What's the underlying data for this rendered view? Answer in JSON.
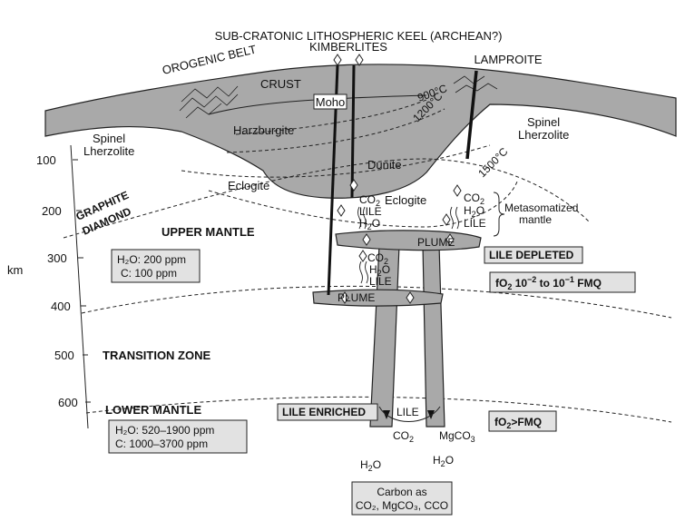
{
  "title": "SUB-CRATONIC LITHOSPHERIC KEEL (ARCHEAN?)",
  "labels": {
    "kimberlites": "KIMBERLITES",
    "lamproite": "LAMPROITE",
    "orogenic_belt": "OROGENIC BELT",
    "crust": "CRUST",
    "moho": "Moho",
    "harzburgite": "Harzburgite",
    "dunite": "Dunite",
    "spinel": "Spinel",
    "lherzolite": "Lherzolite",
    "eclogite": "Eclogite",
    "graphite": "GRAPHITE",
    "diamond": "DIAMOND",
    "upper_mantle": "UPPER MANTLE",
    "transition_zone": "TRANSITION ZONE",
    "lower_mantle": "LOWER MANTLE",
    "metasomatized_1": "Metasomatized",
    "metasomatized_2": "mantle",
    "plume": "PLUME",
    "lile_depleted": "LILE DEPLETED",
    "lile_enriched": "LILE ENRICHED",
    "lile": "LILE",
    "co2": "CO",
    "h2o": "H",
    "o": "O",
    "sub2": "2",
    "mgco3": "MgCO",
    "sub3": "3",
    "km_axis": "km"
  },
  "temperatures": {
    "t900": "900°C",
    "t1200": "1200°C",
    "t1500": "1500°C"
  },
  "depth_ticks": [
    "100",
    "200",
    "300",
    "400",
    "500",
    "600"
  ],
  "upper_box": {
    "line1": "H₂O: 200 ppm",
    "line2": "C: 100 ppm"
  },
  "lower_box": {
    "line1": "H₂O: 520–1900 ppm",
    "line2": "C: 1000–3700 ppm"
  },
  "fo2_depleted": {
    "prefix": "fO",
    "sub": "2",
    "mid": " 10",
    "exp1": "−2",
    "to": " to 10",
    "exp2": "−1",
    "suffix": " FMQ"
  },
  "fo2_enriched": {
    "prefix": "fO",
    "sub": "2",
    "suffix": ">FMQ"
  },
  "carbon_box": {
    "line1": "Carbon as",
    "line2": "CO₂, MgCO₃, CCO"
  },
  "colors": {
    "rock_grey": "#a9a9a9",
    "box_grey": "#e2e2e2"
  }
}
